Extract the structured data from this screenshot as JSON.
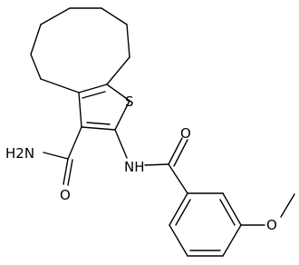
{
  "molecule": {
    "atom_labels": {
      "sulfur": "S",
      "amide_nh2": "H2N",
      "amide_o": "O",
      "nh": "NH",
      "benzoyl_o": "O",
      "methoxy_o": "O"
    }
  }
}
